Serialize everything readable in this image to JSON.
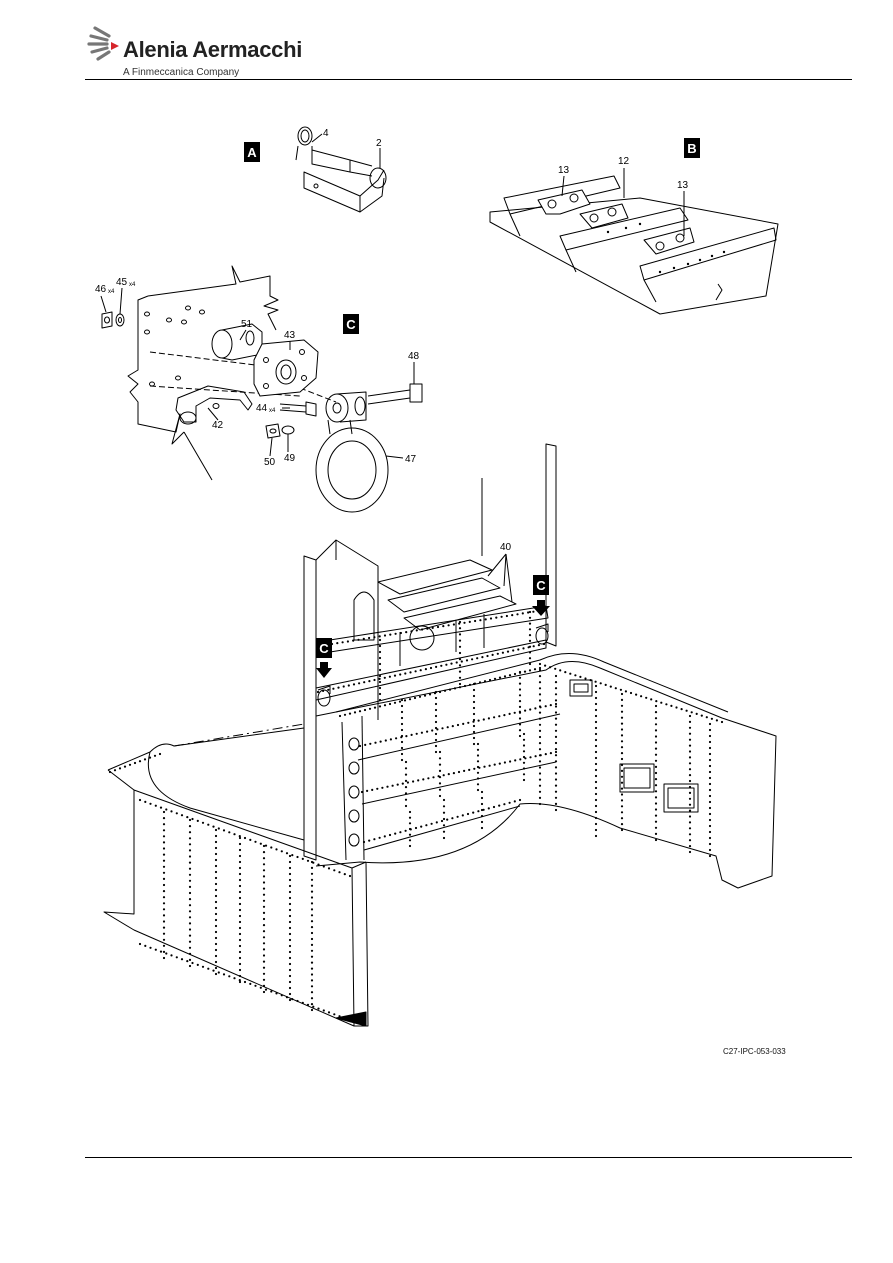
{
  "header": {
    "company": "Alenia Aermacchi",
    "subtitle": "A Finmeccanica Company"
  },
  "figure": {
    "reference": "C27-IPC-053-033",
    "views": {
      "a": "A",
      "b": "B",
      "c": "C",
      "c_arrow_1": "C",
      "c_arrow_2": "C"
    },
    "callouts": {
      "c4": "4",
      "c2": "2",
      "c13a": "13",
      "c12": "12",
      "c13b": "13",
      "c46": "46",
      "c46q": "x4",
      "c45": "45",
      "c45q": "x4",
      "c51": "51",
      "c43": "43",
      "c48": "48",
      "c44": "44",
      "c44q": "x4",
      "c42": "42",
      "c50": "50",
      "c49": "49",
      "c47": "47",
      "c40": "40"
    }
  },
  "colors": {
    "accent": "#d6252b",
    "ink": "#000000"
  }
}
